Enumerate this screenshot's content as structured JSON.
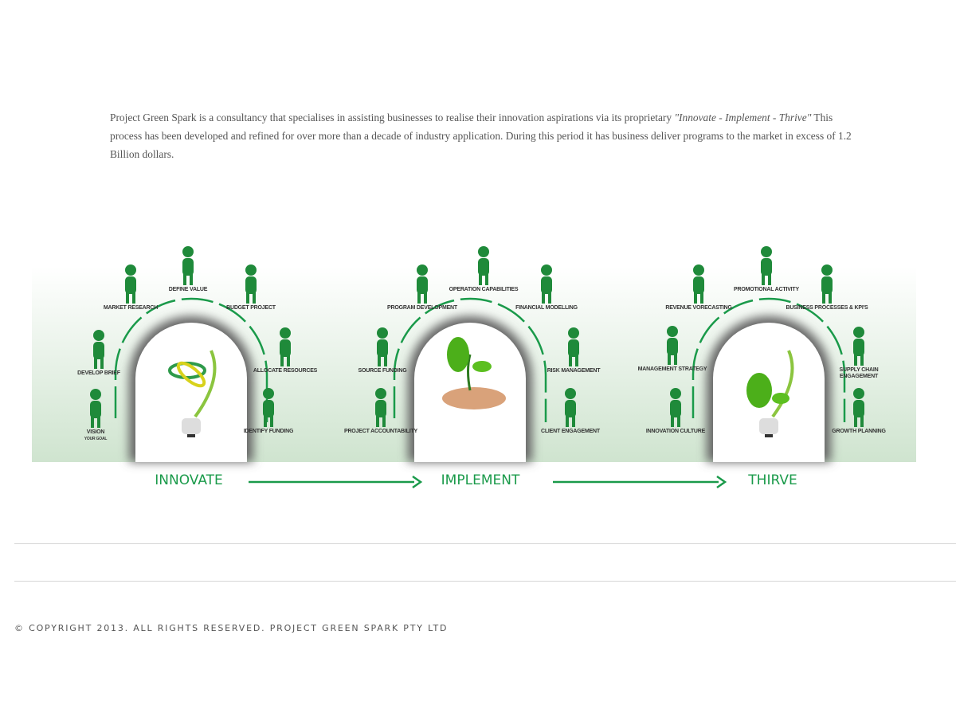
{
  "intro": {
    "text1": "Project Green Spark is a consultancy that specialises in assisting businesses to realise their innovation aspirations via its proprietary ",
    "emph1": "\"Innovate - Implement - Thrive\"",
    "text2": " This process has been developed and refined for over more than a decade of industry application. During this period it has business deliver programs to the market in excess of 1.2 Billion dollars."
  },
  "infographic": {
    "phases": [
      "INNOVATE",
      "IMPLEMENT",
      "THIRVE"
    ],
    "steps": [
      {
        "label": "VISION",
        "sub": "YOUR GOAL"
      },
      {
        "label": "DEVELOP BRIEF"
      },
      {
        "label": "MARKET RESEARCH"
      },
      {
        "label": "DEFINE VALUE"
      },
      {
        "label": "BUDGET PROJECT"
      },
      {
        "label": "ALLOCATE RESOURCES"
      },
      {
        "label": "IDENTIFY FUNDING"
      },
      {
        "label": "PROJECT ACCOUNTABILITY"
      },
      {
        "label": "SOURCE FUNDING"
      },
      {
        "label": "PROGRAM DEVELOPMENT"
      },
      {
        "label": "OPERATION CAPABILITIES"
      },
      {
        "label": "FINANCIAL MODELLING"
      },
      {
        "label": "RISK MANAGEMENT"
      },
      {
        "label": "CLIENT ENGAGEMENT"
      },
      {
        "label": "INNOVATION CULTURE"
      },
      {
        "label": "MANAGEMENT STRATEGY"
      },
      {
        "label": "REVENUE VORECASTING"
      },
      {
        "label": "PROMOTIONAL ACTIVITY"
      },
      {
        "label": "BUSINESS PROCESSES & KPI'S"
      },
      {
        "label": "SUPPLY CHAIN",
        "sub": "ENGAGEMENT"
      },
      {
        "label": "GROWTH PLANNING"
      }
    ],
    "colors": {
      "green": "#1a9a4a",
      "figure": "#1f8a3a"
    }
  },
  "footer": {
    "copyright": "© COPYRIGHT 2013. ALL RIGHTS RESERVED. PROJECT GREEN SPARK PTY LTD"
  }
}
